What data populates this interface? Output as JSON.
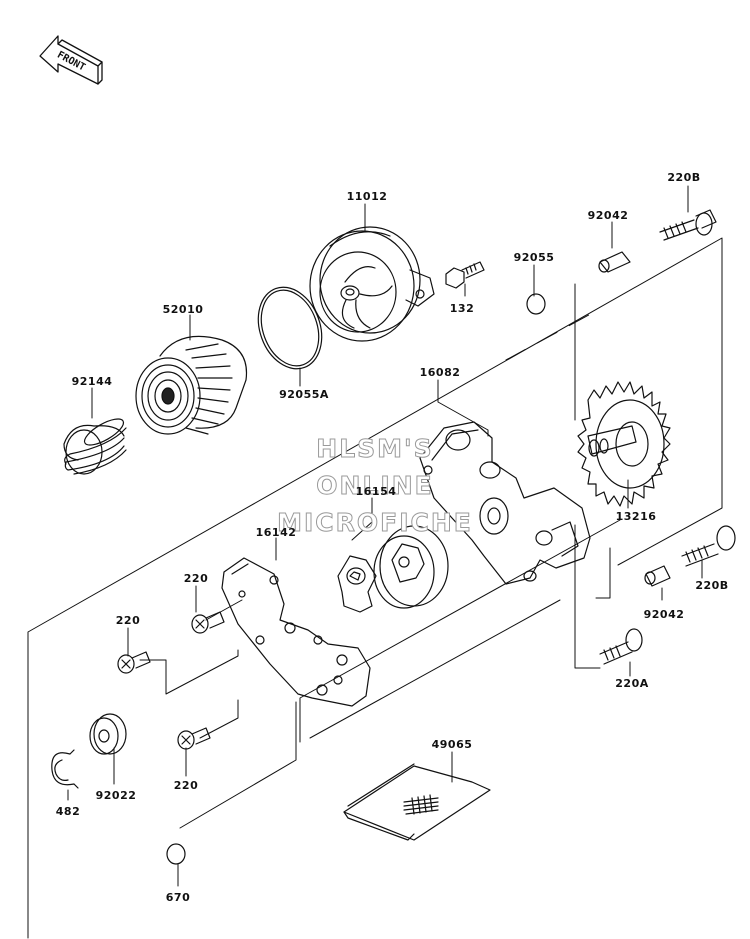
{
  "front_label": "FRONT",
  "watermark": [
    "HLSM'S",
    "ONLINE",
    "MICROFICHE"
  ],
  "part_labels": {
    "p11012": "11012",
    "p220b_top": "220B",
    "p92042_top": "92042",
    "p92055": "92055",
    "p132": "132",
    "p52010": "52010",
    "p92055a": "92055A",
    "p16082": "16082",
    "p92144": "92144",
    "p16154": "16154",
    "p16142": "16142",
    "p13216": "13216",
    "p220_a": "220",
    "p220_b": "220",
    "p220_c": "220",
    "p220b_right": "220B",
    "p92042_right": "92042",
    "p220a": "220A",
    "p49065": "49065",
    "p92022": "92022",
    "p482": "482",
    "p670": "670"
  }
}
